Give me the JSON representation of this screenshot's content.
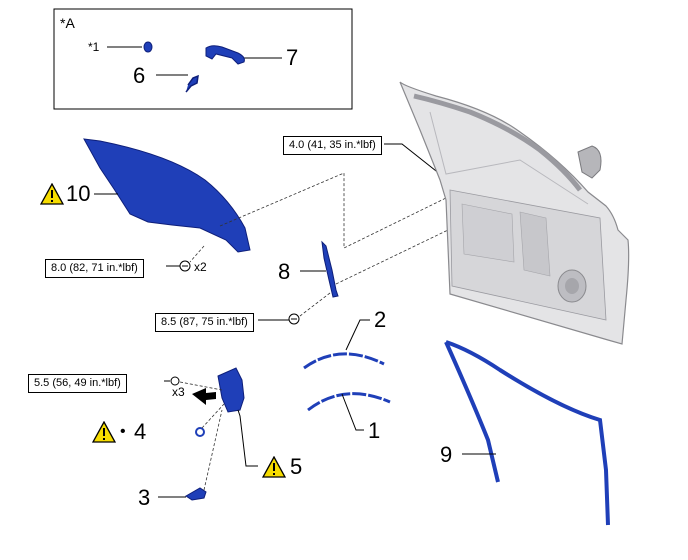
{
  "inset": {
    "label": "*A",
    "callout_1": "*1",
    "callout_6": "6",
    "callout_7": "7"
  },
  "callouts": {
    "n10": "10",
    "n8": "8",
    "n2": "2",
    "n1": "1",
    "n4": "4",
    "n4_bullet": "•",
    "n5": "5",
    "n3": "3",
    "n9": "9"
  },
  "torques": {
    "t1": "4.0 (41, 35 in.*lbf)",
    "t2": "8.0 (82, 71 in.*lbf)",
    "t3": "8.5 (87, 75 in.*lbf)",
    "t4": "5.5 (56, 49 in.*lbf)"
  },
  "multipliers": {
    "x2": "x2",
    "x3": "x3"
  },
  "colors": {
    "part_blue": "#1f3fb8",
    "part_dark": "#0e1f7a",
    "door_fill": "#e4e4e6",
    "door_stroke": "#8a8a8e",
    "warn_yellow": "#f6dc00"
  }
}
